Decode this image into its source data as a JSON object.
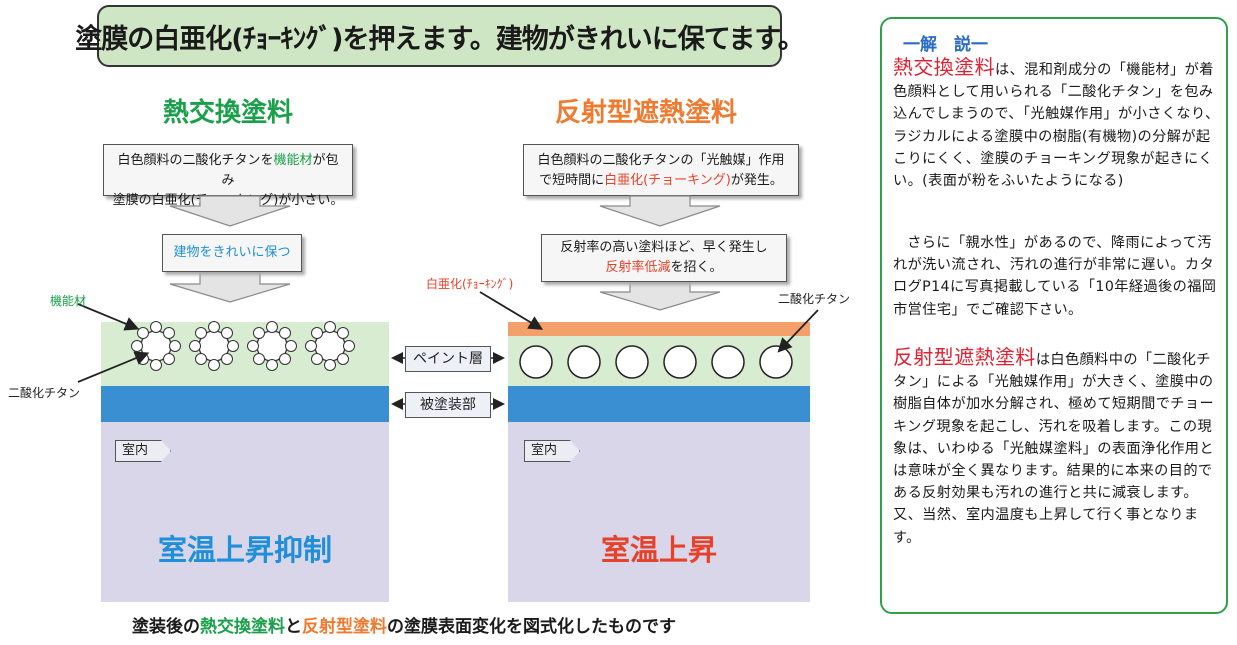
{
  "banner": "塗膜の白亜化(ﾁｮｰｷﾝｸﾞ)を押えます。建物がきれいに保てます。",
  "left": {
    "title": "熱交換塗料",
    "box1_a": "白色顔料の二酸化チタンを",
    "box1_hl": "機能材",
    "box1_b": "が包み",
    "box1_line2": "塗膜の白亜化(チョーキング)が小さい。",
    "box2": "建物をきれいに保つ",
    "label_kinou": "機能材",
    "label_tio2": "二酸化チタン",
    "room": "室内",
    "result": "室温上昇抑制"
  },
  "middle": {
    "paint_layer": "ペイント層",
    "substrate": "被塗装部"
  },
  "right": {
    "title": "反射型遮熱塗料",
    "box1_line1": "白色顔料の二酸化チタンの「光触媒」作用",
    "box1_a": "で短時間に",
    "box1_hl": "白亜化(チョーキング)",
    "box1_b": "が発生。",
    "box2_line1": "反射率の高い塗料ほど、早く発生し",
    "box2_hl": "反射率低減",
    "box2_b": "を招く。",
    "label_chalk": "白亜化(ﾁｮｰｷﾝｸﾞ)",
    "label_tio2": "二酸化チタン",
    "room": "室内",
    "result": "室温上昇"
  },
  "caption": {
    "a": "塗装後の",
    "hl1": "熱交換塗料",
    "b": "と",
    "hl2": "反射型塗料",
    "c": "の塗膜表面変化を図式化したものです"
  },
  "panel": {
    "title": "一解　説一",
    "p1_kw": "熱交換塗料",
    "p1": "は、混和剤成分の「機能材」が着色顔料として用いられる「二酸化チタン」を包み込んでしまうので、「光触媒作用」が小さくなり、ラジカルによる塗膜中の樹脂(有機物)の分解が起こりにくく、塗膜のチョーキング現象が起きにくい。(表面が粉をふいたようになる)",
    "p2": "さらに「親水性」があるので、降雨によって汚れが洗い流され、汚れの進行が非常に遅い。カタログP14に写真掲載している「10年経過後の福岡市営住宅」でご確認下さい。",
    "p3_kw": "反射型遮熱塗料",
    "p3": "は白色顔料中の「二酸化チタン」による「光触媒作用」が大きく、塗膜中の樹脂自体が加水分解され、極めて短期間でチョーキング現象を起こし、汚れを吸着します。この現象は、いわゆる「光触媒塗料」の表面浄化作用とは意味が全く異なります。結果的に本来の目的である反射効果も汚れの進行と共に減衰します。又、当然、室内温度も上昇して行く事となります。"
  },
  "colors": {
    "green": "#1aa04a",
    "orange": "#f07a30",
    "blue_text": "#1e8fd8",
    "red_text": "#e8412a",
    "panel_border": "#2fa04a"
  }
}
